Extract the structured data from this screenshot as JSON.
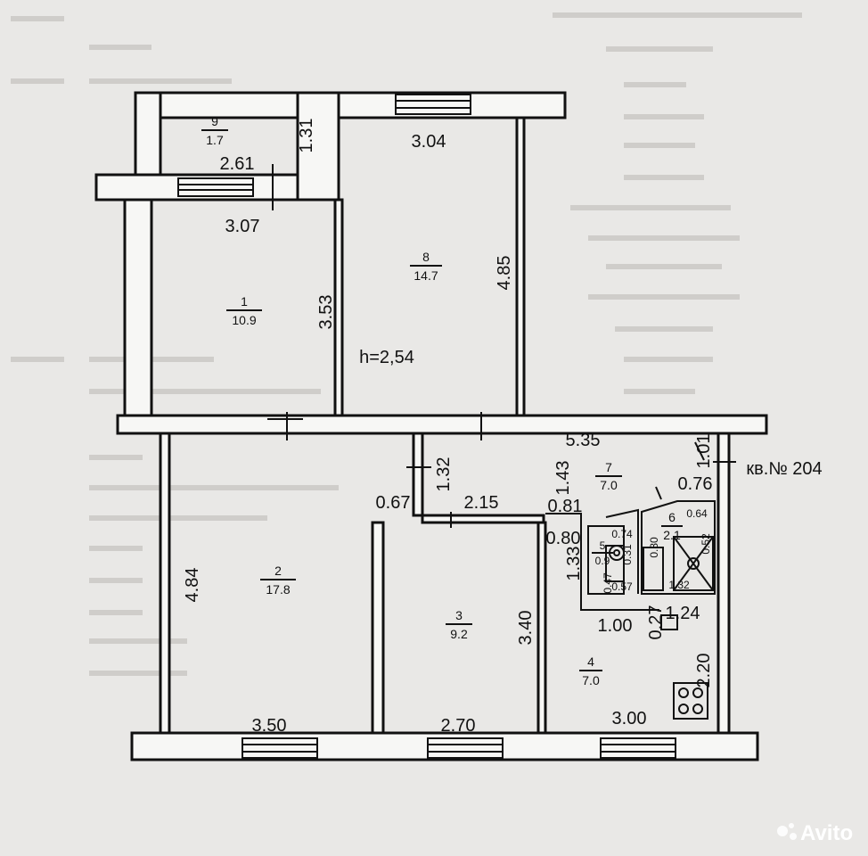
{
  "apartment_label": "кв.№ 204",
  "ceiling_height": "h=2,54",
  "watermark": "Avito",
  "rooms": [
    {
      "number": "9",
      "area": "1.7"
    },
    {
      "number": "8",
      "area": "14.7"
    },
    {
      "number": "1",
      "area": "10.9"
    },
    {
      "number": "7",
      "area": "7.0"
    },
    {
      "number": "6",
      "area": "2.1"
    },
    {
      "number": "5",
      "area": "0.9"
    },
    {
      "number": "2",
      "area": "17.8"
    },
    {
      "number": "3",
      "area": "9.2"
    },
    {
      "number": "4",
      "area": "7.0"
    }
  ],
  "dimensions": {
    "d_1_31": "1.31",
    "d_2_61": "2.61",
    "d_3_04": "3.04",
    "d_3_07": "3.07",
    "d_4_85": "4.85",
    "d_3_53": "3.53",
    "d_5_35": "5.35",
    "d_1_01": "1.01",
    "d_1_32": "1.32",
    "d_1_43": "1.43",
    "d_0_76": "0.76",
    "d_0_67": "0.67",
    "d_2_15": "2.15",
    "d_0_81": "0.81",
    "d_0_74": "0.74",
    "d_0_64": "0.64",
    "d_0_80": "0.80",
    "d_0_31": "0.31",
    "d_0_30": "0.30",
    "d_0_52": "0.52",
    "d_1_33": "1.33",
    "d_0_47": "0.47",
    "d_0_57": "0.57",
    "d_1_32b": "1.32",
    "d_4_84": "4.84",
    "d_3_40": "3.40",
    "d_1_00": "1.00",
    "d_0_27": "0.27",
    "d_1_24": "1.24",
    "d_2_20": "2.20",
    "d_3_50": "3.50",
    "d_2_70": "2.70",
    "d_3_00": "3.00"
  }
}
